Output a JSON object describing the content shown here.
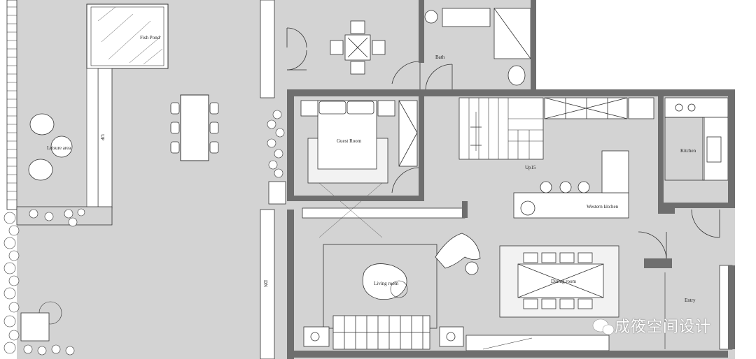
{
  "labels": {
    "fish_pond": "Fish Pond",
    "leisure_area": "Leisure area",
    "up": "UP",
    "dn": "DN",
    "bath": "Bath",
    "guest_room": "Guest Room",
    "stair_up": "Up15",
    "kitchen": "Kitchen",
    "western_kitchen": "Western kitchen",
    "living_room": "Living room",
    "dining_room": "Dining room",
    "entry": "Entry"
  },
  "watermark": {
    "text": "成筱空间设计"
  },
  "colors": {
    "floor": "#d3d3d3",
    "wall": "#6e6e6e",
    "line": "#333333",
    "rug": "#f2f2f2"
  }
}
